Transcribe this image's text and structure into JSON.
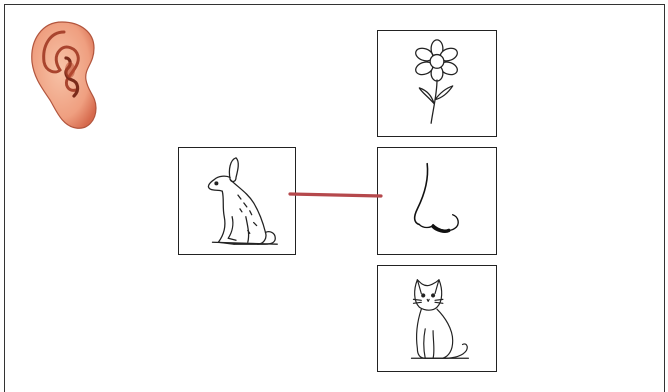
{
  "colors": {
    "link_line": "#b5484c",
    "border": "#222222",
    "ear_skin": "#f0a788",
    "ear_shadow": "#a9442e"
  },
  "items": {
    "prompt": {
      "icon": "ear-icon"
    },
    "choices": [
      {
        "id": "rabbit",
        "icon": "rabbit-icon"
      },
      {
        "id": "flower",
        "icon": "flower-icon"
      },
      {
        "id": "nose",
        "icon": "nose-icon"
      },
      {
        "id": "cat",
        "icon": "cat-icon"
      }
    ],
    "connection": {
      "from": "rabbit",
      "to": "nose"
    }
  }
}
